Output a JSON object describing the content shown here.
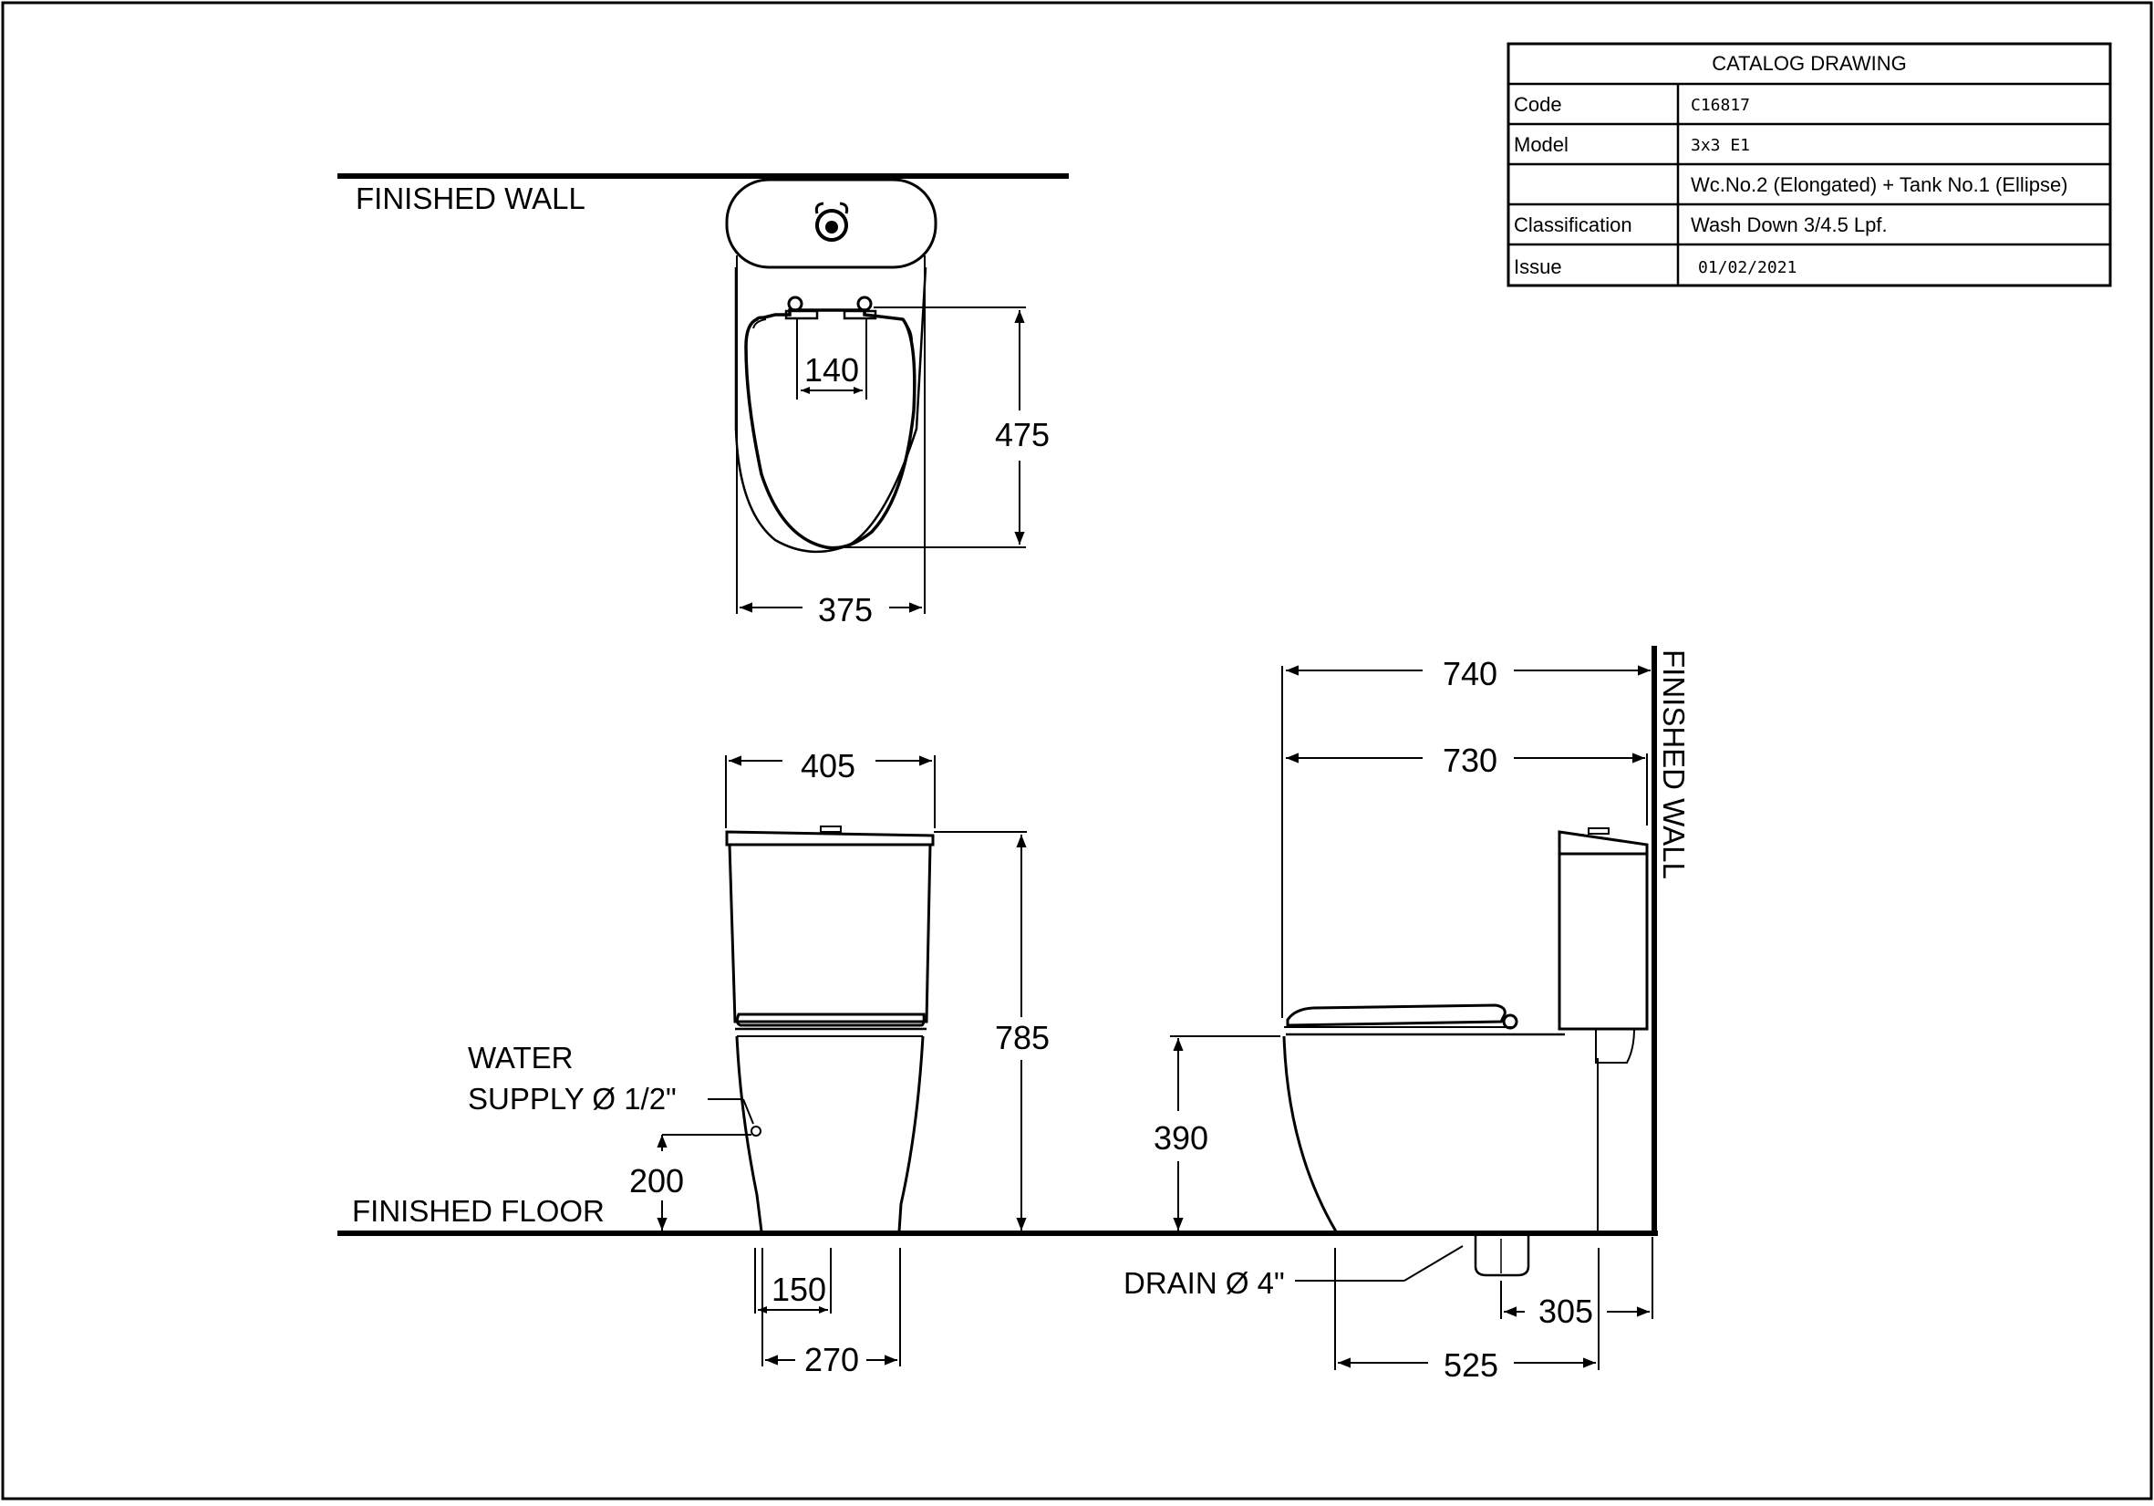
{
  "title_block": {
    "heading": "CATALOG DRAWING",
    "rows": [
      {
        "label": "Code",
        "value": "C16817"
      },
      {
        "label": "Model",
        "value": "3x3 E1"
      },
      {
        "label": "",
        "value": "Wc.No.2 (Elongated) + Tank No.1 (Ellipse)"
      },
      {
        "label": "Classification",
        "value": "Wash Down 3/4.5 Lpf."
      },
      {
        "label": "Issue",
        "value": "01/02/2021"
      }
    ]
  },
  "labels": {
    "finished_wall_top": "FINISHED WALL",
    "finished_wall_side": "FINISHED WALL",
    "finished_floor": "FINISHED FLOOR",
    "water_line1": "WATER",
    "water_line2": "SUPPLY Ø 1/2\"",
    "drain": "DRAIN Ø 4\""
  },
  "dimensions": {
    "top_bolt_spacing": "140",
    "top_depth": "475",
    "top_width": "375",
    "front_tank_width": "405",
    "front_height": "785",
    "water_supply_height": "200",
    "front_base_150": "150",
    "front_base_270": "270",
    "side_overall": "740",
    "side_730": "730",
    "seat_height": "390",
    "drain_from_wall": "305",
    "side_525": "525"
  }
}
